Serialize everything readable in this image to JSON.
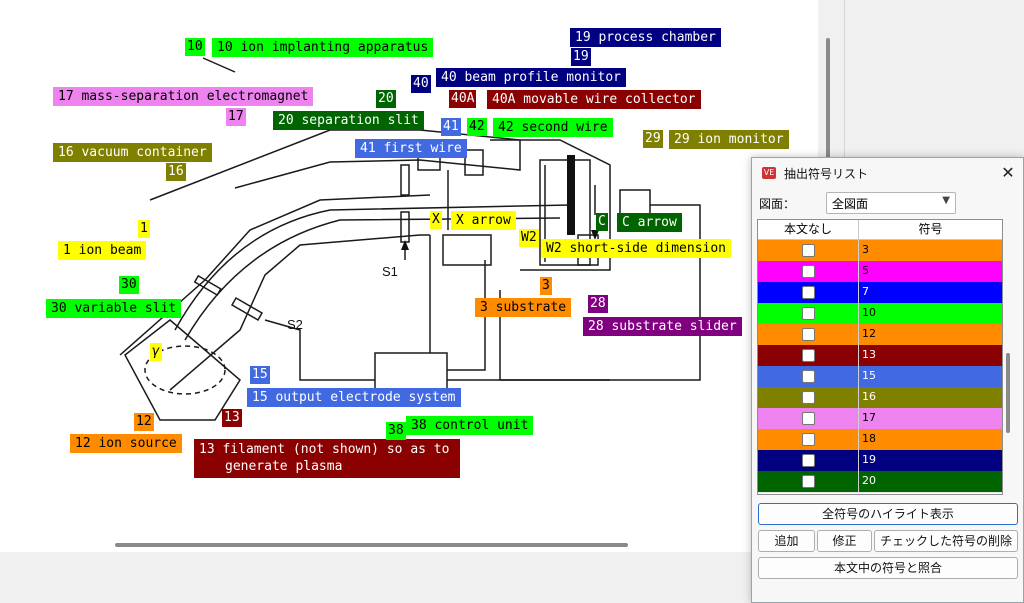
{
  "diagram_labels": {
    "l10": {
      "num": "10",
      "text": "10 ion implanting apparatus"
    },
    "l19": {
      "num": "19",
      "text": "19 process chamber"
    },
    "l40": {
      "num": "40",
      "text": "40 beam profile monitor"
    },
    "l17": {
      "num": "17",
      "text": "17 mass-separation electromagnet"
    },
    "l40a": {
      "num": "40A",
      "text": "40A movable wire collector"
    },
    "l20": {
      "num": "20",
      "text": "20 separation slit"
    },
    "l41": {
      "num": "41",
      "text": "41 first wire"
    },
    "l42": {
      "num": "42",
      "text": "42 second wire"
    },
    "l29": {
      "num": "29",
      "text": "29 ion monitor"
    },
    "l16": {
      "num": "16",
      "text": "16 vacuum container"
    },
    "lx": {
      "num": "X",
      "text": "X arrow"
    },
    "lc": {
      "num": "C",
      "text": "C arrow"
    },
    "l1": {
      "num": "1",
      "text": "1 ion beam"
    },
    "lw2": {
      "num": "W2",
      "text": "W2 short-side dimension"
    },
    "l30": {
      "num": "30",
      "text": "30 variable slit"
    },
    "l3": {
      "num": "3",
      "text": "3 substrate"
    },
    "l28": {
      "num": "28",
      "text": "28 substrate slider"
    },
    "l15": {
      "num": "15",
      "text": "15 output electrode system"
    },
    "l12": {
      "num": "12",
      "text": "12 ion source"
    },
    "l13": {
      "num": "13",
      "text": "13 filament (not shown) so as to",
      "text2": "generate plasma"
    },
    "l38": {
      "num": "38",
      "text": "38 control unit"
    }
  },
  "drawing_marks": {
    "s1": "S1",
    "s2": "S2",
    "gamma": "γ"
  },
  "panel": {
    "title": "抽出符号リスト",
    "figure_label": "図面：",
    "figure_select": "全図面",
    "col_no_text": "本文なし",
    "col_code": "符号",
    "rows": [
      {
        "code": "3",
        "color": "#ff8c00"
      },
      {
        "code": "5",
        "color": "#ff00ff"
      },
      {
        "code": "7",
        "color": "#0000ff"
      },
      {
        "code": "10",
        "color": "#00ff00"
      },
      {
        "code": "12",
        "color": "#ff8c00"
      },
      {
        "code": "13",
        "color": "#8b0000"
      },
      {
        "code": "15",
        "color": "#4169e1"
      },
      {
        "code": "16",
        "color": "#808000"
      },
      {
        "code": "17",
        "color": "#ee82ee"
      },
      {
        "code": "18",
        "color": "#ff8c00"
      },
      {
        "code": "19",
        "color": "#000080"
      },
      {
        "code": "20",
        "color": "#006400"
      }
    ],
    "buttons": {
      "highlight_all": "全符号のハイライト表示",
      "add": "追加",
      "edit": "修正",
      "delete_checked": "チェックした符号の削除",
      "match": "本文中の符号と照合"
    }
  }
}
